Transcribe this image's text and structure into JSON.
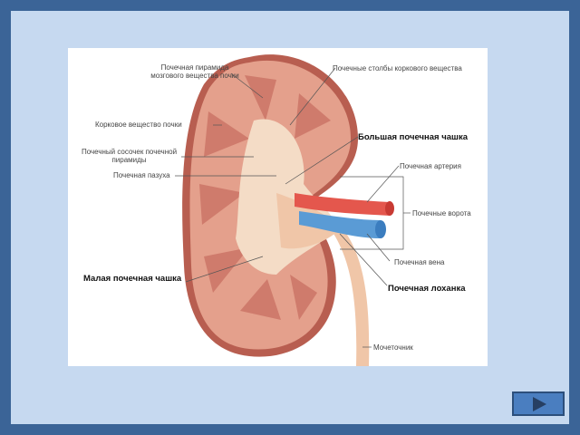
{
  "diagram": {
    "labels": {
      "pyramid": "Почечная пирамида мозгового вещества почки",
      "columns": "Почечные столбы коркового вещества",
      "cortex": "Корковое вещество почки",
      "major_calyx": "Большая почечная чашка",
      "papilla": "Почечный сосочек почечной пирамиды",
      "artery": "Почечная артерия",
      "sinus": "Почечная пазуха",
      "hilum": "Почечные ворота",
      "minor_calyx": "Малая почечная чашка",
      "vein": "Почечная вена",
      "pelvis": "Почечная лоханка",
      "ureter": "Мочеточник"
    }
  },
  "navigation": {
    "next_icon": "play-triangle-icon"
  },
  "colors": {
    "frame": "#3b6497",
    "panel": "#c6d9f0",
    "button": "#4a7ec0"
  }
}
